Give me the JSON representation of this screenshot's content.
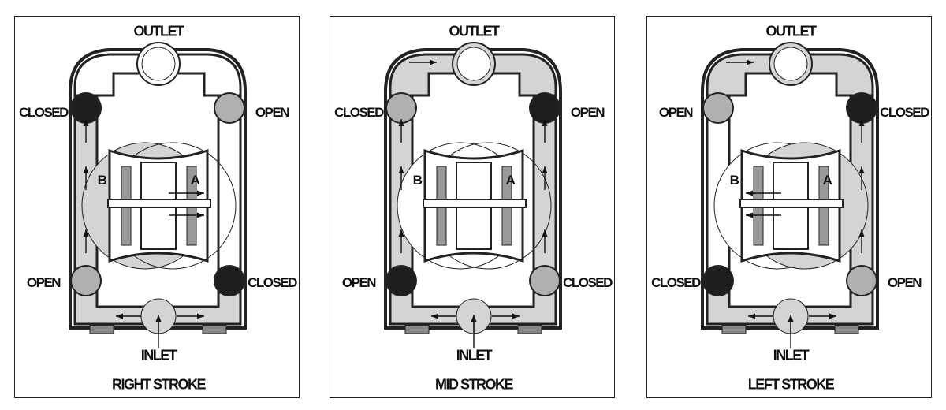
{
  "colors": {
    "fluid": "#d4d4d4",
    "closed": "#1e1e1e",
    "open": "#b0b0b0",
    "wall": "#222222"
  },
  "panels": [
    {
      "title": "RIGHT STROKE",
      "outlet": "OUTLET",
      "inlet": "INLET",
      "chamber_left": "B",
      "chamber_right": "A",
      "valves": {
        "top_left": {
          "label": "CLOSED",
          "state": "closed"
        },
        "top_right": {
          "label": "OPEN",
          "state": "open"
        },
        "bottom_left": {
          "label": "OPEN",
          "state": "open"
        },
        "bottom_right": {
          "label": "CLOSED",
          "state": "closed"
        }
      },
      "shaded": [
        "left",
        "bottom",
        "chamber_left"
      ],
      "shaft_direction": "right"
    },
    {
      "title": "MID STROKE",
      "outlet": "OUTLET",
      "inlet": "INLET",
      "chamber_left": "B",
      "chamber_right": "A",
      "valves": {
        "top_left": {
          "label": "CLOSED",
          "state": "open"
        },
        "top_right": {
          "label": "OPEN",
          "state": "closed"
        },
        "bottom_left": {
          "label": "OPEN",
          "state": "closed"
        },
        "bottom_right": {
          "label": "CLOSED",
          "state": "open"
        }
      },
      "shaded": [
        "top",
        "left",
        "right",
        "bottom"
      ],
      "shaft_direction": "none"
    },
    {
      "title": "LEFT STROKE",
      "outlet": "OUTLET",
      "inlet": "INLET",
      "chamber_left": "B",
      "chamber_right": "A",
      "valves": {
        "top_left": {
          "label": "OPEN",
          "state": "open"
        },
        "top_right": {
          "label": "CLOSED",
          "state": "closed"
        },
        "bottom_left": {
          "label": "CLOSED",
          "state": "closed"
        },
        "bottom_right": {
          "label": "OPEN",
          "state": "open"
        }
      },
      "shaded": [
        "top",
        "right",
        "bottom",
        "chamber_right"
      ],
      "shaft_direction": "left"
    }
  ]
}
